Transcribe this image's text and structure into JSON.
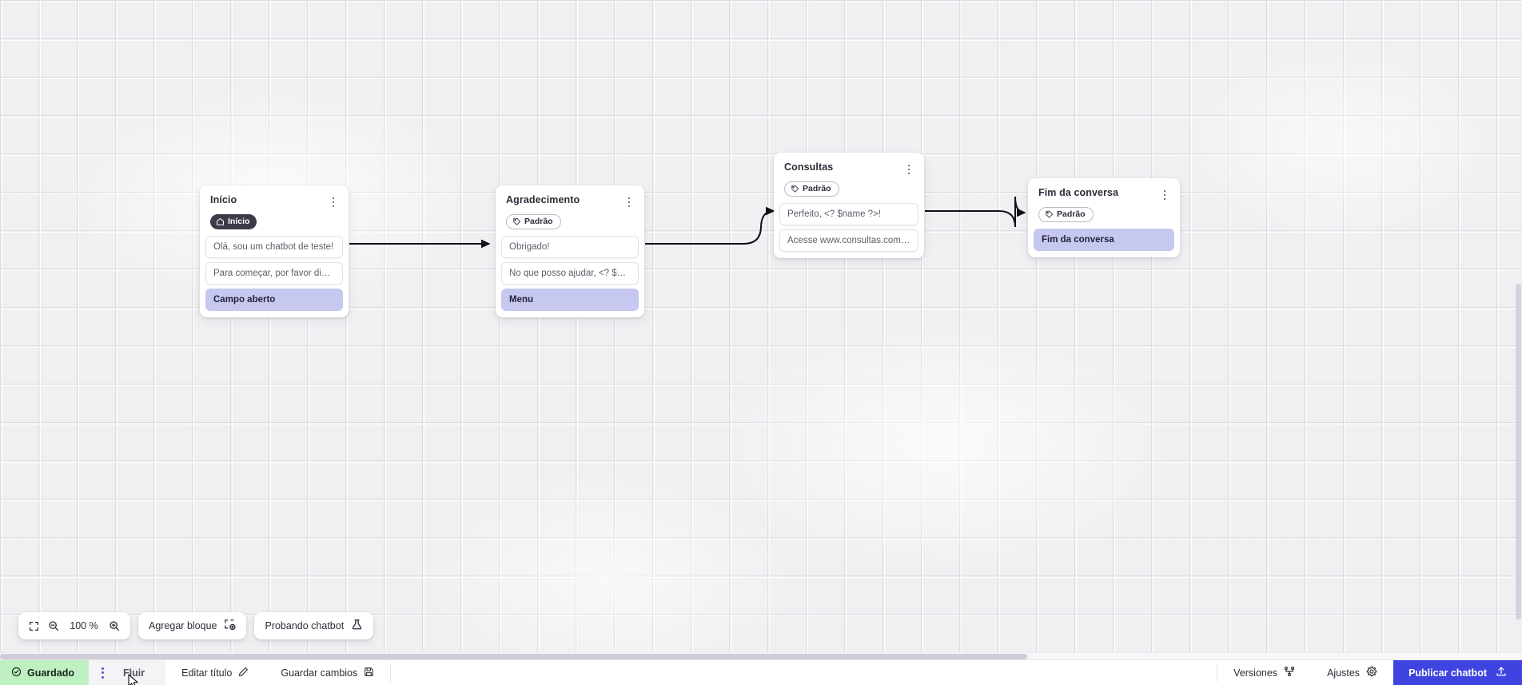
{
  "canvas": {
    "zoom_level": "100 %",
    "grid": true
  },
  "nodes": [
    {
      "id": "inicio",
      "title": "Início",
      "badge": {
        "label": "Início",
        "icon": "home-icon",
        "style": "dark"
      },
      "slots": [
        {
          "text": "Olá, sou um chatbot de teste!",
          "highlight": false
        },
        {
          "text": "Para começar, por favor digite o ...",
          "highlight": false
        },
        {
          "text": "Campo aberto",
          "highlight": true
        }
      ]
    },
    {
      "id": "agradecimento",
      "title": "Agradecimento",
      "badge": {
        "label": "Padrão",
        "icon": "tag-icon",
        "style": "outline"
      },
      "slots": [
        {
          "text": "Obrigado!",
          "highlight": false
        },
        {
          "text": "No que posso ajudar, <? $name ...",
          "highlight": false
        },
        {
          "text": "Menu",
          "highlight": true
        }
      ]
    },
    {
      "id": "consultas",
      "title": "Consultas",
      "badge": {
        "label": "Padrão",
        "icon": "tag-icon",
        "style": "outline"
      },
      "slots": [
        {
          "text": "Perfeito, <? $name ?>!",
          "highlight": false
        },
        {
          "text": "Acesse www.consultas.com par...",
          "highlight": false
        }
      ]
    },
    {
      "id": "fim",
      "title": "Fim da conversa",
      "badge": {
        "label": "Padrão",
        "icon": "tag-icon",
        "style": "outline"
      },
      "slots": [
        {
          "text": "Fim da conversa",
          "highlight": true
        }
      ]
    }
  ],
  "toolbar": {
    "fit_icon": "fit-screen-icon",
    "zoom_out_icon": "zoom-out-icon",
    "zoom_level": "100 %",
    "zoom_in_icon": "zoom-in-icon",
    "add_block_label": "Agregar bloque",
    "add_block_icon": "add-block-icon",
    "test_chatbot_label": "Probando chatbot",
    "test_chatbot_icon": "flask-icon"
  },
  "bottombar": {
    "saved_label": "Guardado",
    "saved_icon": "check-circle-icon",
    "saved_color": "#bff0c2",
    "menu_icon": "vertical-dots-icon",
    "flow_tab_label": "Fluir",
    "edit_title_label": "Editar título",
    "edit_title_icon": "pencil-icon",
    "save_changes_label": "Guardar cambios",
    "save_changes_icon": "floppy-icon",
    "versions_label": "Versiones",
    "versions_icon": "branch-icon",
    "settings_label": "Ajustes",
    "settings_icon": "gear-icon",
    "publish_label": "Publicar chatbot",
    "publish_icon": "upload-icon",
    "publish_color": "#3f43e0"
  }
}
